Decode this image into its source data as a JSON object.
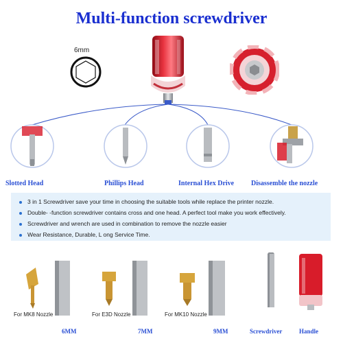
{
  "title": "Multi-function screwdriver",
  "hex_size_label": "6mm",
  "tips": [
    {
      "label": "Slotted Head"
    },
    {
      "label": "Phillips Head"
    },
    {
      "label": "Internal Hex Drive"
    },
    {
      "label": "Disassemble the nozzle"
    }
  ],
  "features": [
    "3 in 1 Screwdriver save your time in choosing the suitable tools while replace the printer nozzle.",
    "Double- -function screwdriver contains cross and one head. A perfect tool make you work effectively.",
    "Screwdriver and wrench are used in combination to remove the nozzle easier",
    "Wear Resistance, Durable, L ong Service Time."
  ],
  "nozzles": [
    {
      "label": "For MK8 Nozzle",
      "size": "6MM"
    },
    {
      "label": "For E3D Nozzle",
      "size": "7MM"
    },
    {
      "label": "For MK10 Nozzle",
      "size": "9MM"
    }
  ],
  "parts": [
    "Screwdriver",
    "Handle"
  ],
  "colors": {
    "accent": "#1a2fd0",
    "label": "#2a4fd4",
    "handle_red": "#d81c2a",
    "panel": "#e5f1fb",
    "steel": "#b9bcc0"
  }
}
